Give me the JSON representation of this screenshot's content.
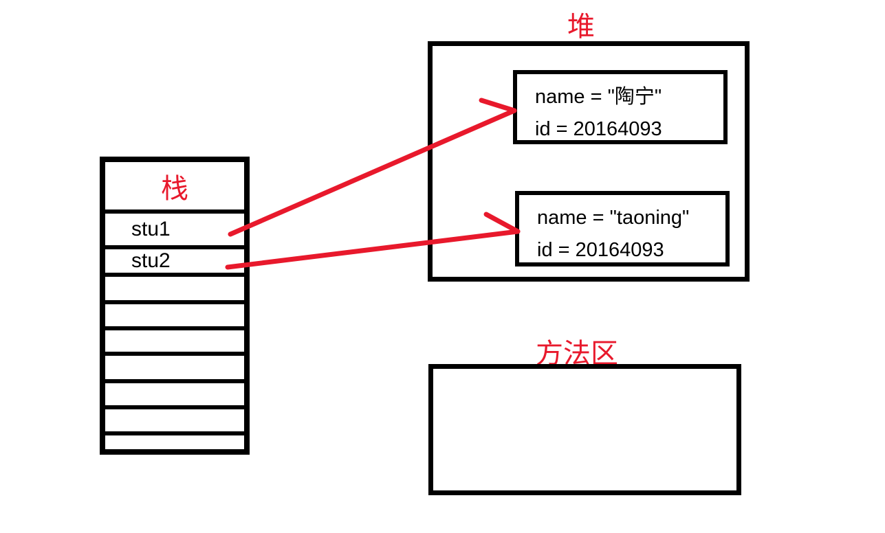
{
  "stack": {
    "title": "栈",
    "cells": [
      {
        "label": "stu1"
      },
      {
        "label": "stu2"
      },
      {
        "label": ""
      },
      {
        "label": ""
      },
      {
        "label": ""
      },
      {
        "label": ""
      },
      {
        "label": ""
      },
      {
        "label": ""
      },
      {
        "label": ""
      }
    ]
  },
  "heap": {
    "title": "堆",
    "objects": [
      {
        "line1": "name = \"陶宁\"",
        "line2": "id = 20164093"
      },
      {
        "line1": "name = \"taoning\"",
        "line2": "id = 20164093"
      }
    ]
  },
  "method_area": {
    "title": "方法区"
  },
  "arrows": [
    {
      "from": "stu1",
      "to": "heap-object-1"
    },
    {
      "from": "stu2",
      "to": "heap-object-2"
    }
  ],
  "colors": {
    "accent_red": "#e8192c",
    "line_black": "#000000",
    "background": "#ffffff"
  }
}
